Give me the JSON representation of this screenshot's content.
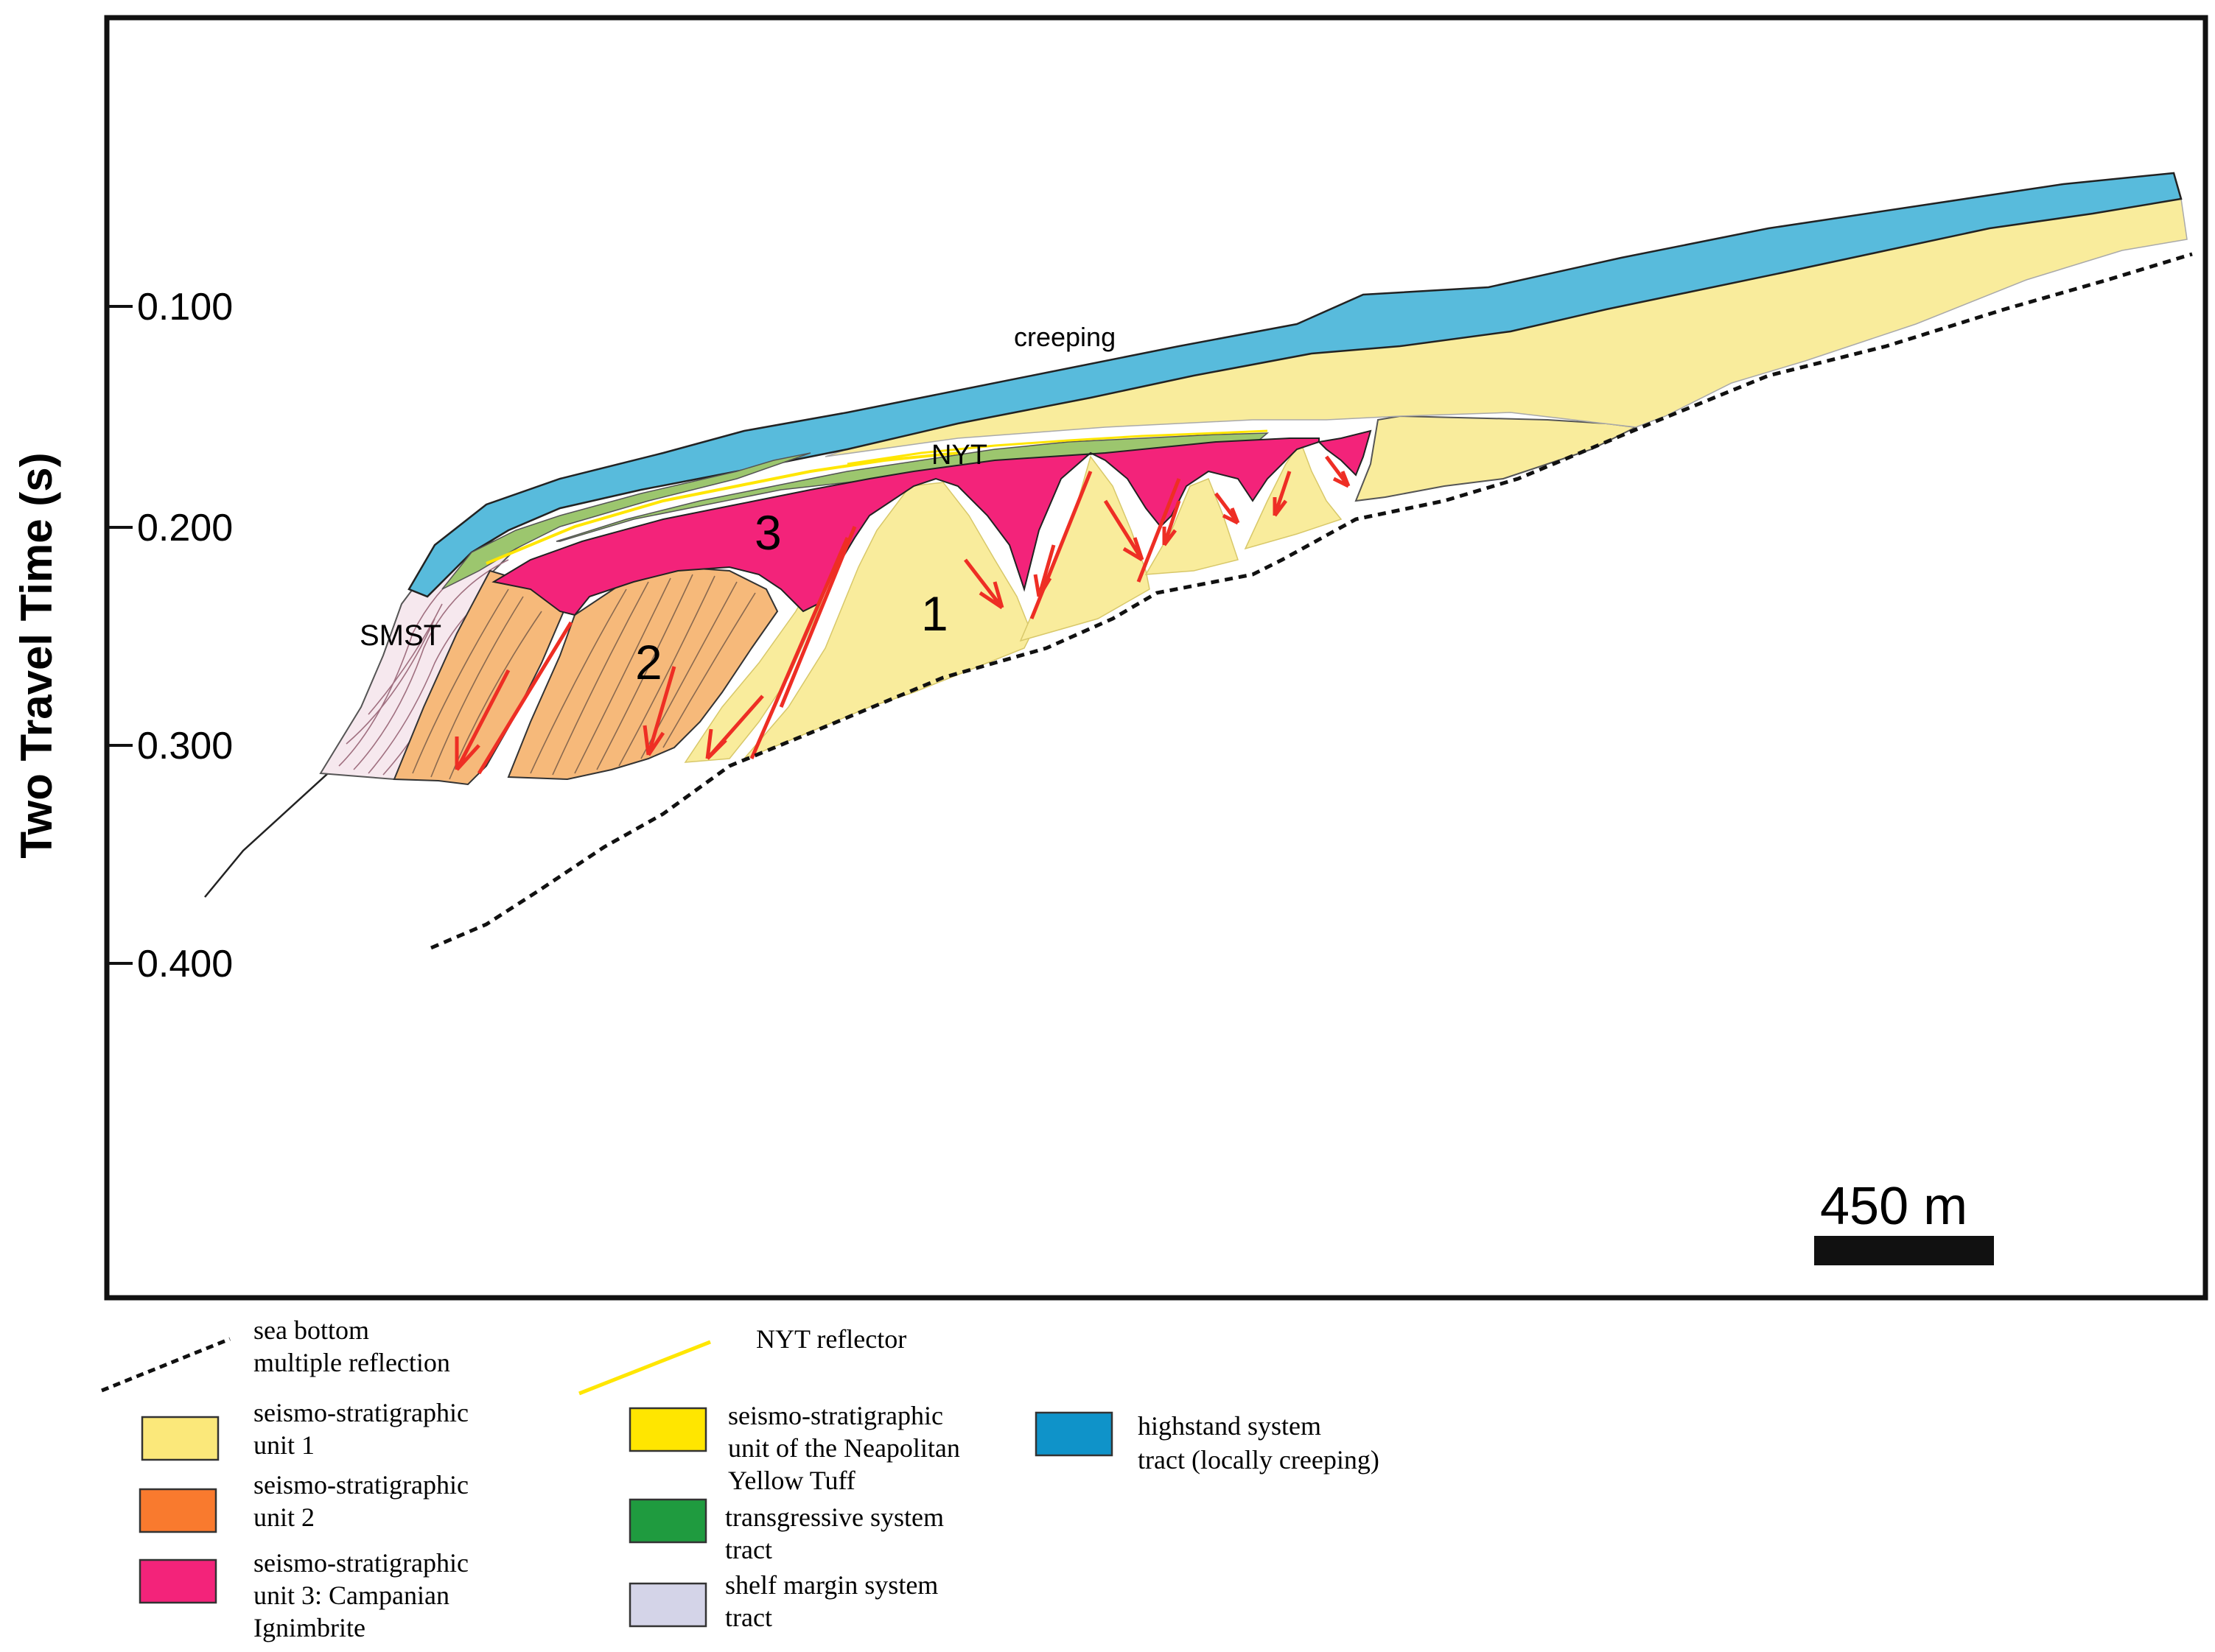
{
  "axis": {
    "ylabel": "Two Travel Time (s)",
    "ticks": [
      "0.100",
      "0.200",
      "0.300",
      "0.400"
    ]
  },
  "labels": {
    "creeping": "creeping",
    "nyt": "NYT",
    "smst": "SMST",
    "unit1": "1",
    "unit2": "2",
    "unit3": "3"
  },
  "scale_bar": {
    "label": "450 m"
  },
  "legend": {
    "sea_bottom": {
      "line1": "sea bottom",
      "line2": "multiple reflection"
    },
    "nyt_reflector": "NYT reflector",
    "unit1": {
      "line1": "seismo-stratigraphic",
      "line2": "unit 1"
    },
    "unit2": {
      "line1": "seismo-stratigraphic",
      "line2": "unit 2"
    },
    "unit3": {
      "line1": "seismo-stratigraphic",
      "line2": "unit 3: Campanian",
      "line3": "Ignimbrite"
    },
    "nyt_unit": {
      "line1": "seismo-stratigraphic",
      "line2": "unit of the Neapolitan",
      "line3": "Yellow Tuff"
    },
    "tst": {
      "line1": "transgressive system",
      "line2": "tract"
    },
    "smst": {
      "line1": "shelf margin system",
      "line2": "tract"
    },
    "hst": {
      "line1": "highstand system",
      "line2": "tract (locally creeping)"
    }
  },
  "colors": {
    "unit1": "#f9ec9c",
    "unit1_legend": "#fbe87a",
    "unit2": "#f6b97a",
    "unit2_legend": "#f97a2e",
    "unit3": "#f3237a",
    "nyt": "#ffe600",
    "tst": "#9cc66e",
    "tst_legend": "#1f9b3f",
    "smst": "#f6e8ee",
    "smst_legend": "#d4d4e8",
    "hst": "#58bbdc",
    "hst_legend": "#0f93c9",
    "fault": "#ee2e24"
  }
}
